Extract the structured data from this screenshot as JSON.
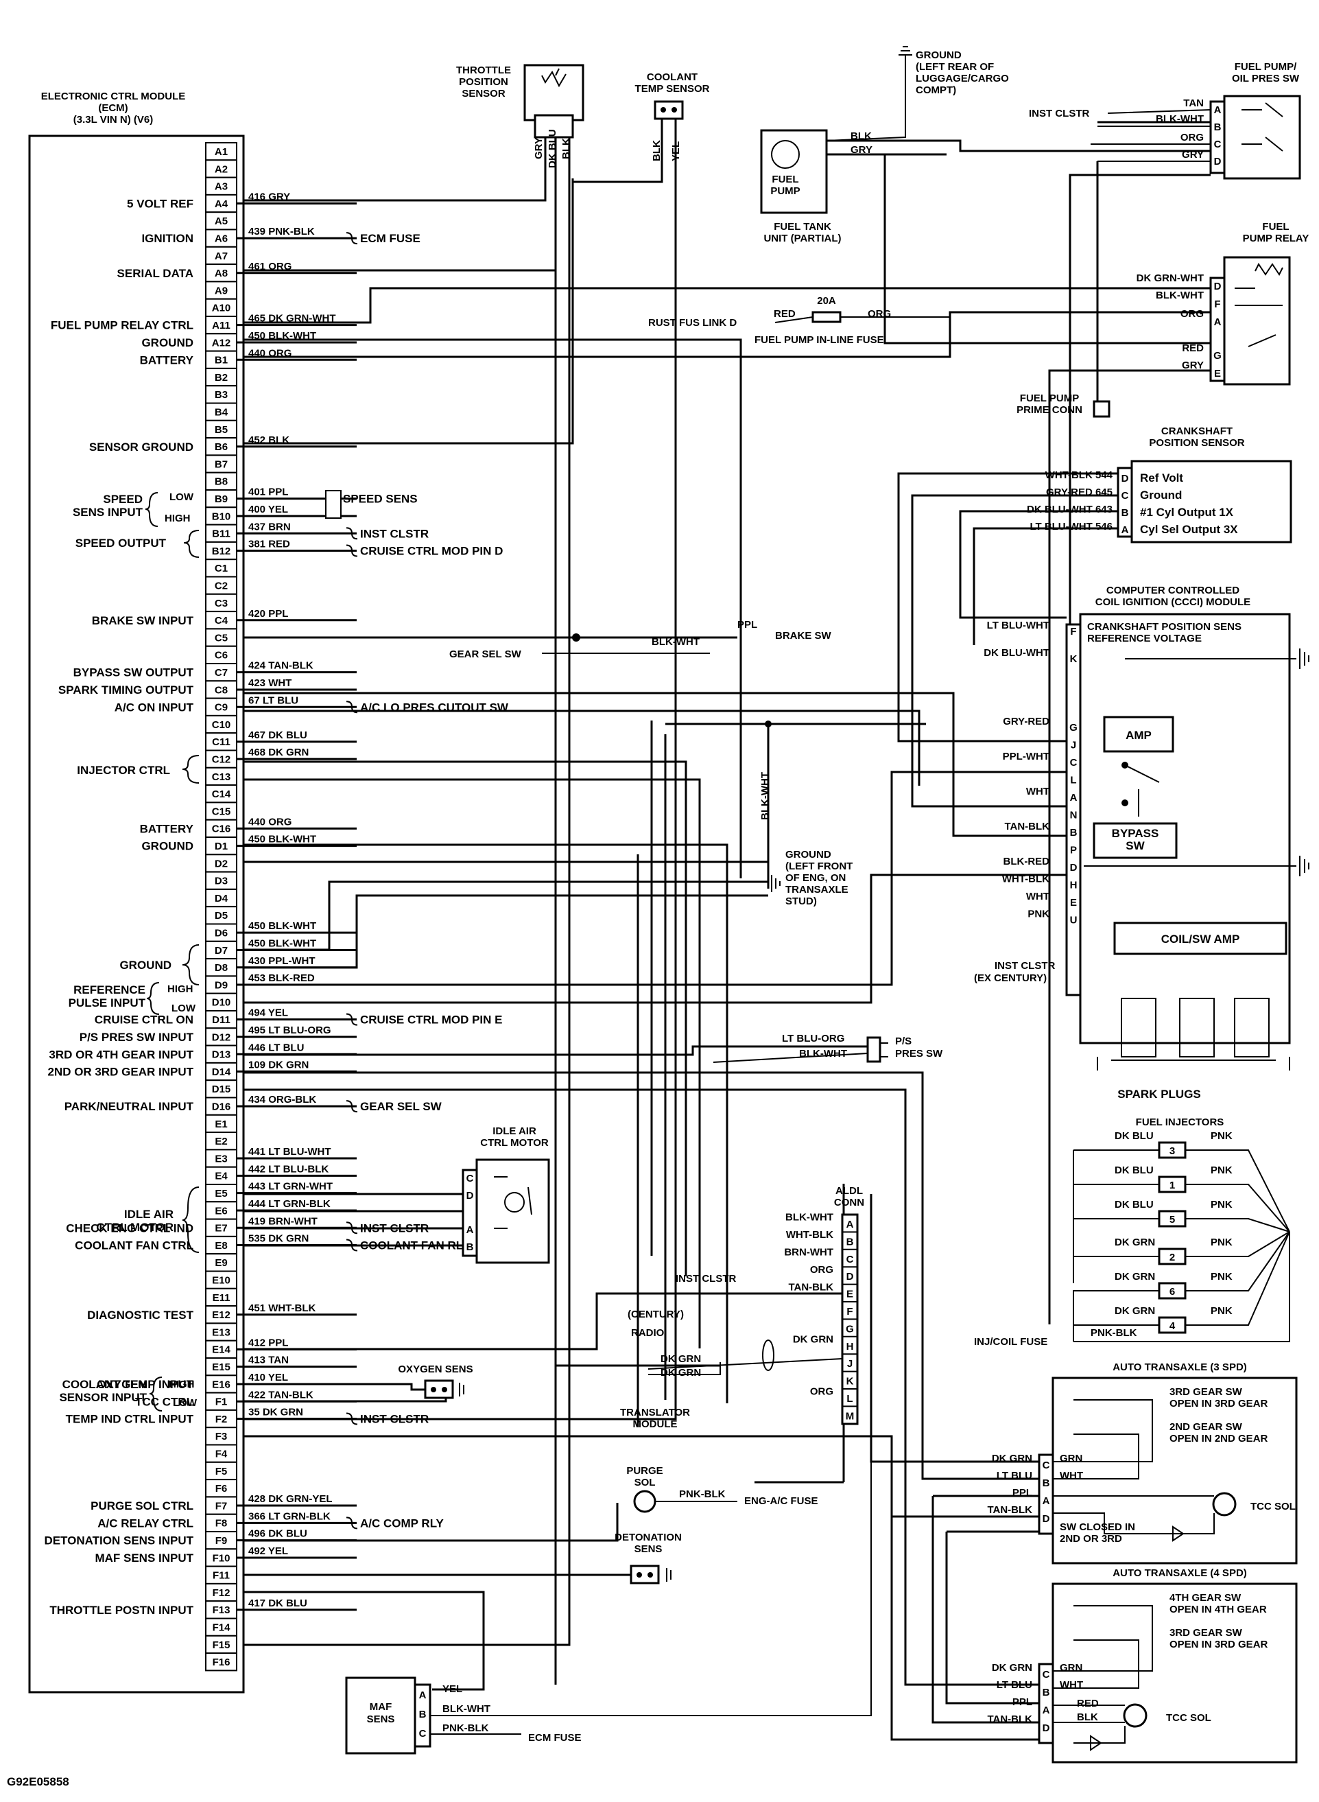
{
  "figure_id": "G92E05858",
  "ecm": {
    "title": [
      "ELECTRONIC CTRL MODULE",
      "(ECM)",
      "(3.3L VIN N) (V6)"
    ],
    "pins": [
      "A1",
      "A2",
      "A3",
      "A4",
      "A5",
      "A6",
      "A7",
      "A8",
      "A9",
      "A10",
      "A11",
      "A12",
      "B1",
      "B2",
      "B3",
      "B4",
      "B5",
      "B6",
      "B7",
      "B8",
      "B9",
      "B10",
      "B11",
      "B12",
      "C1",
      "C2",
      "C3",
      "C4",
      "C5",
      "C6",
      "C7",
      "C8",
      "C9",
      "C10",
      "C11",
      "C12",
      "C13",
      "C14",
      "C15",
      "C16",
      "D1",
      "D2",
      "D3",
      "D4",
      "D5",
      "D6",
      "D7",
      "D8",
      "D9",
      "D10",
      "D11",
      "D12",
      "D13",
      "D14",
      "D15",
      "D16",
      "E1",
      "E2",
      "E3",
      "E4",
      "E5",
      "E6",
      "E7",
      "E8",
      "E9",
      "E10",
      "E11",
      "E12",
      "E13",
      "E14",
      "E15",
      "E16",
      "F1",
      "F2",
      "F3",
      "F4",
      "F5",
      "F6",
      "F7",
      "F8",
      "F9",
      "F10",
      "F11",
      "F12",
      "F13",
      "F14",
      "F15",
      "F16"
    ],
    "functions": [
      {
        "pin": "A4",
        "label": "5 VOLT REF"
      },
      {
        "pin": "A6",
        "label": "IGNITION"
      },
      {
        "pin": "A8",
        "label": "SERIAL DATA"
      },
      {
        "pin": "A11",
        "label": "FUEL PUMP RELAY CTRL"
      },
      {
        "pin": "A12",
        "label": "GROUND"
      },
      {
        "pin": "B1",
        "label": "BATTERY"
      },
      {
        "pin": "B6",
        "label": "SENSOR GROUND"
      },
      {
        "pin": "C4",
        "label": "BRAKE SW INPUT"
      },
      {
        "pin": "C7",
        "label": "BYPASS SW OUTPUT"
      },
      {
        "pin": "C8",
        "label": "SPARK TIMING OUTPUT"
      },
      {
        "pin": "C9",
        "label": "A/C ON INPUT"
      },
      {
        "pin": "C16",
        "label": "BATTERY"
      },
      {
        "pin": "D1",
        "label": "GROUND"
      },
      {
        "pin": "D11",
        "label": "CRUISE CTRL ON"
      },
      {
        "pin": "D12",
        "label": "P/S PRES SW INPUT"
      },
      {
        "pin": "D13",
        "label": "3RD OR 4TH GEAR INPUT"
      },
      {
        "pin": "D14",
        "label": "2ND OR 3RD GEAR INPUT"
      },
      {
        "pin": "D16",
        "label": "PARK/NEUTRAL INPUT"
      },
      {
        "pin": "E7",
        "label": "CHECK ENG CTRL IND"
      },
      {
        "pin": "E8",
        "label": "COOLANT FAN CTRL"
      },
      {
        "pin": "E12",
        "label": "DIAGNOSTIC TEST"
      },
      {
        "pin": "E16",
        "label": "COOLANT TEMP INPUT"
      },
      {
        "pin": "F1",
        "label": "TCC CTRL"
      },
      {
        "pin": "F2",
        "label": "TEMP IND CTRL INPUT"
      },
      {
        "pin": "F7",
        "label": "PURGE SOL CTRL"
      },
      {
        "pin": "F8",
        "label": "A/C RELAY CTRL"
      },
      {
        "pin": "F9",
        "label": "DETONATION SENS INPUT"
      },
      {
        "pin": "F10",
        "label": "MAF SENS INPUT"
      },
      {
        "pin": "F13",
        "label": "THROTTLE POSTN INPUT"
      }
    ],
    "groups": [
      {
        "text": "SPEED",
        "text2": "SENS INPUT",
        "high": "HIGH",
        "low": "LOW"
      },
      {
        "text": "SPEED OUTPUT"
      },
      {
        "text": "INJECTOR CTRL"
      },
      {
        "text": "GROUND"
      },
      {
        "text": "REFERENCE",
        "text2": "PULSE INPUT",
        "high": "HIGH",
        "low": "LOW"
      },
      {
        "text": "IDLE AIR",
        "text2": "CTRL MOTOR"
      },
      {
        "text": "OXYGEN",
        "text2": "SENSOR INPUT",
        "high": "HIGH",
        "low": "LOW"
      }
    ],
    "wires": [
      {
        "pin": "A4",
        "label": "416 GRY"
      },
      {
        "pin": "A6",
        "label": "439 PNK-BLK"
      },
      {
        "pin": "A8",
        "label": "461 ORG"
      },
      {
        "pin": "A11",
        "label": "465 DK GRN-WHT"
      },
      {
        "pin": "A12",
        "label": "450 BLK-WHT"
      },
      {
        "pin": "B1",
        "label": "440 ORG"
      },
      {
        "pin": "B6",
        "label": "452 BLK"
      },
      {
        "pin": "B9",
        "label": "401 PPL"
      },
      {
        "pin": "B10",
        "label": "400 YEL"
      },
      {
        "pin": "B11",
        "label": "437 BRN"
      },
      {
        "pin": "B12",
        "label": "381 RED"
      },
      {
        "pin": "C4",
        "label": "420 PPL"
      },
      {
        "pin": "C7",
        "label": "424 TAN-BLK"
      },
      {
        "pin": "C8",
        "label": "423 WHT"
      },
      {
        "pin": "C9",
        "label": "67 LT BLU"
      },
      {
        "pin": "C11",
        "label": "467 DK BLU"
      },
      {
        "pin": "C12",
        "label": "468 DK GRN"
      },
      {
        "pin": "C16",
        "label": "440 ORG"
      },
      {
        "pin": "D1",
        "label": "450 BLK-WHT"
      },
      {
        "pin": "D6",
        "label": "450 BLK-WHT"
      },
      {
        "pin": "D7",
        "label": "450 BLK-WHT"
      },
      {
        "pin": "D8",
        "label": "430 PPL-WHT"
      },
      {
        "pin": "D9",
        "label": "453 BLK-RED"
      },
      {
        "pin": "D11",
        "label": "494 YEL"
      },
      {
        "pin": "D12",
        "label": "495 LT BLU-ORG"
      },
      {
        "pin": "D13",
        "label": "446 LT BLU"
      },
      {
        "pin": "D14",
        "label": "109 DK GRN"
      },
      {
        "pin": "D16",
        "label": "434 ORG-BLK"
      },
      {
        "pin": "E3",
        "label": "441 LT BLU-WHT"
      },
      {
        "pin": "E4",
        "label": "442 LT BLU-BLK"
      },
      {
        "pin": "E5",
        "label": "443 LT GRN-WHT"
      },
      {
        "pin": "E6",
        "label": "444 LT GRN-BLK"
      },
      {
        "pin": "E7",
        "label": "419 BRN-WHT"
      },
      {
        "pin": "E8",
        "label": "535 DK GRN"
      },
      {
        "pin": "E12",
        "label": "451 WHT-BLK"
      },
      {
        "pin": "E14",
        "label": "412 PPL"
      },
      {
        "pin": "E15",
        "label": "413 TAN"
      },
      {
        "pin": "E16",
        "label": "410 YEL"
      },
      {
        "pin": "F1",
        "label": "422 TAN-BLK"
      },
      {
        "pin": "F2",
        "label": "35 DK GRN"
      },
      {
        "pin": "F7",
        "label": "428 DK GRN-YEL"
      },
      {
        "pin": "F8",
        "label": "366 LT GRN-BLK"
      },
      {
        "pin": "F9",
        "label": "496 DK BLU"
      },
      {
        "pin": "F10",
        "label": "492 YEL"
      },
      {
        "pin": "F13",
        "label": "417 DK BLU"
      }
    ],
    "destinations": [
      {
        "pin": "A6",
        "label": "ECM FUSE"
      },
      {
        "pin": "B9",
        "label": "SPEED SENS"
      },
      {
        "pin": "B11",
        "label": "INST CLSTR"
      },
      {
        "pin": "B12",
        "label": "CRUISE CTRL MOD PIN D"
      },
      {
        "pin": "C9",
        "label": "A/C LO PRES CUTOUT SW"
      },
      {
        "pin": "D11",
        "label": "CRUISE CTRL MOD PIN E"
      },
      {
        "pin": "D16",
        "label": "GEAR SEL SW"
      },
      {
        "pin": "E7",
        "label": "INST CLSTR"
      },
      {
        "pin": "E8",
        "label": "COOLANT FAN RLY"
      },
      {
        "pin": "F2",
        "label": "INST CLSTR"
      },
      {
        "pin": "F8",
        "label": "A/C COMP RLY"
      }
    ]
  },
  "components": {
    "throttle_sensor": {
      "title": [
        "THROTTLE",
        "POSITION",
        "SENSOR"
      ],
      "wires": [
        "GRY",
        "DK BLU",
        "BLK"
      ]
    },
    "coolant_sensor": {
      "title": [
        "COOLANT",
        "TEMP SENSOR"
      ],
      "wires": [
        "BLK",
        "YEL"
      ]
    },
    "ground_rear": {
      "title": [
        "GROUND",
        "(LEFT REAR OF",
        "LUGGAGE/CARGO",
        "COMPT)"
      ]
    },
    "fuel_tank": {
      "pump_label": [
        "FUEL",
        "PUMP"
      ],
      "title": [
        "FUEL TANK",
        "UNIT (PARTIAL)"
      ],
      "wires": [
        "BLK",
        "GRY"
      ]
    },
    "oil_pres_sw": {
      "title": [
        "FUEL PUMP/",
        "OIL PRES SW"
      ],
      "pins": [
        "A",
        "B",
        "C",
        "D"
      ],
      "wires": [
        "TAN",
        "BLK-WHT",
        "ORG",
        "GRY"
      ],
      "inst_clstr": "INST CLSTR"
    },
    "fuel_pump_relay": {
      "title": [
        "FUEL",
        "PUMP RELAY"
      ],
      "pins": [
        "D",
        "F",
        "A",
        "G",
        "E"
      ],
      "wires": [
        "DK GRN-WHT",
        "BLK-WHT",
        "ORG",
        "RED",
        "GRY"
      ]
    },
    "fuse_link": {
      "label": "RUST FUS LINK D",
      "red": "RED",
      "org": "ORG",
      "amps": "20A",
      "inline": "FUEL PUMP IN-LINE FUSE"
    },
    "prime_conn": {
      "title": [
        "FUEL PUMP",
        "PRIME CONN"
      ]
    },
    "crank_sensor": {
      "title": [
        "CRANKSHAFT",
        "POSITION SENSOR"
      ],
      "pins": [
        "D",
        "C",
        "B",
        "A"
      ],
      "wires": [
        "WHT-BLK 544",
        "GRY-RED 645",
        "DK BLU-WHT 643",
        "LT BLU-WHT 546"
      ],
      "functions": [
        "Ref Volt",
        "Ground",
        "#1 Cyl Output 1X",
        "Cyl Sel Output 3X"
      ]
    },
    "ccci": {
      "title": [
        "COMPUTER CONTROLLED",
        "COIL IGNITION (CCCI) MODULE"
      ],
      "ref_text": [
        "CRANKSHAFT POSITION SENS",
        "REFERENCE VOLTAGE"
      ],
      "pins": [
        "F",
        "K",
        "G",
        "J",
        "C",
        "L",
        "A",
        "N",
        "B",
        "P",
        "D",
        "H",
        "E",
        "U"
      ],
      "wires": [
        {
          "pin": "F",
          "label": "LT BLU-WHT"
        },
        {
          "pin": "K",
          "label": "DK BLU-WHT"
        },
        {
          "pin": "G",
          "label": "GRY-RED"
        },
        {
          "pin": "C",
          "label": "PPL-WHT"
        },
        {
          "pin": "A",
          "label": "WHT"
        },
        {
          "pin": "B",
          "label": "TAN-BLK"
        },
        {
          "pin": "D",
          "label": "BLK-RED"
        },
        {
          "pin": "H",
          "label": "WHT-BLK"
        },
        {
          "pin": "E",
          "label": "WHT"
        },
        {
          "pin": "U",
          "label": "PNK"
        }
      ],
      "amp": "AMP",
      "bypass": [
        "BYPASS",
        "SW"
      ],
      "coil_amp": "COIL/SW AMP",
      "inst": [
        "INST CLSTR",
        "(EX CENTURY)"
      ],
      "spark_plugs": "SPARK PLUGS"
    },
    "brake": {
      "ppl": "PPL",
      "label": "BRAKE SW",
      "blkwht": "BLK-WHT",
      "gear_sel": "GEAR SEL SW"
    },
    "ground_front": {
      "title": [
        "GROUND",
        "(LEFT FRONT",
        "OF ENG, ON",
        "TRANSAXLE",
        "STUD)"
      ],
      "wire": "BLK-WHT"
    },
    "ps_sw": {
      "wires": [
        "LT BLU-ORG",
        "BLK-WHT"
      ],
      "title": [
        "P/S",
        "PRES SW"
      ]
    },
    "injectors": {
      "title": "FUEL INJECTORS",
      "items": [
        {
          "num": "3",
          "left": "DK BLU",
          "right": "PNK"
        },
        {
          "num": "1",
          "left": "DK BLU",
          "right": "PNK"
        },
        {
          "num": "5",
          "left": "DK BLU",
          "right": "PNK"
        },
        {
          "num": "2",
          "left": "DK GRN",
          "right": "PNK"
        },
        {
          "num": "6",
          "left": "DK GRN",
          "right": "PNK"
        },
        {
          "num": "4",
          "left": "DK GRN",
          "right": "PNK"
        }
      ],
      "pnkblk": "PNK-BLK",
      "fuse": "INJ/COIL FUSE"
    },
    "iac": {
      "title": [
        "IDLE AIR",
        "CTRL MOTOR"
      ],
      "pins": [
        "C",
        "D",
        "A",
        "B"
      ]
    },
    "aldl": {
      "title": [
        "ALDL",
        "CONN"
      ],
      "pins": [
        "A",
        "B",
        "C",
        "D",
        "E",
        "F",
        "G",
        "H",
        "J",
        "K",
        "L",
        "M"
      ],
      "wires": [
        {
          "pin": "A",
          "label": "BLK-WHT"
        },
        {
          "pin": "B",
          "label": "WHT-BLK"
        },
        {
          "pin": "C",
          "label": "BRN-WHT"
        },
        {
          "pin": "D",
          "label": "ORG"
        },
        {
          "pin": "E",
          "label": "TAN-BLK"
        },
        {
          "pin": "H",
          "label": "DK GRN"
        },
        {
          "pin": "L",
          "label": "ORG"
        }
      ],
      "inst": "INST CLSTR",
      "century": "(CENTURY)",
      "radio": "RADIO",
      "dkgrn1": "DK GRN",
      "dkgrn2": "DK GRN",
      "translator": [
        "TRANSLATOR",
        "MODULE"
      ]
    },
    "oxygen": {
      "title": "OXYGEN SENS"
    },
    "purge": {
      "title": [
        "PURGE",
        "SOL"
      ],
      "wire": "PNK-BLK",
      "fuse": "ENG-A/C FUSE"
    },
    "detonation": {
      "title": [
        "DETONATION",
        "SENS"
      ]
    },
    "maf": {
      "title": [
        "MAF",
        "SENS"
      ],
      "pins": [
        "A",
        "B",
        "C"
      ],
      "wires": [
        "YEL",
        "BLK-WHT",
        "PNK-BLK"
      ],
      "fuse": "ECM FUSE"
    },
    "trans3": {
      "title": "AUTO TRANSAXLE (3 SPD)",
      "sw1": [
        "3RD GEAR SW",
        "OPEN IN 3RD GEAR"
      ],
      "sw2": [
        "2ND GEAR SW",
        "OPEN IN 2ND GEAR"
      ],
      "pins": [
        "C",
        "B",
        "A",
        "D"
      ],
      "wires": [
        "DK GRN",
        "LT BLU",
        "PPL",
        "TAN-BLK"
      ],
      "inner": [
        "GRN",
        "WHT"
      ],
      "closed": [
        "SW CLOSED IN",
        "2ND OR 3RD"
      ],
      "tcc": "TCC SOL"
    },
    "trans4": {
      "title": "AUTO TRANSAXLE (4 SPD)",
      "sw1": [
        "4TH GEAR SW",
        "OPEN IN 4TH GEAR"
      ],
      "sw2": [
        "3RD GEAR SW",
        "OPEN IN 3RD GEAR"
      ],
      "pins": [
        "C",
        "B",
        "A",
        "D"
      ],
      "wires": [
        "DK GRN",
        "LT BLU",
        "PPL",
        "TAN-BLK"
      ],
      "inner": [
        "GRN",
        "WHT",
        "RED",
        "BLK"
      ],
      "tcc": "TCC SOL"
    }
  }
}
